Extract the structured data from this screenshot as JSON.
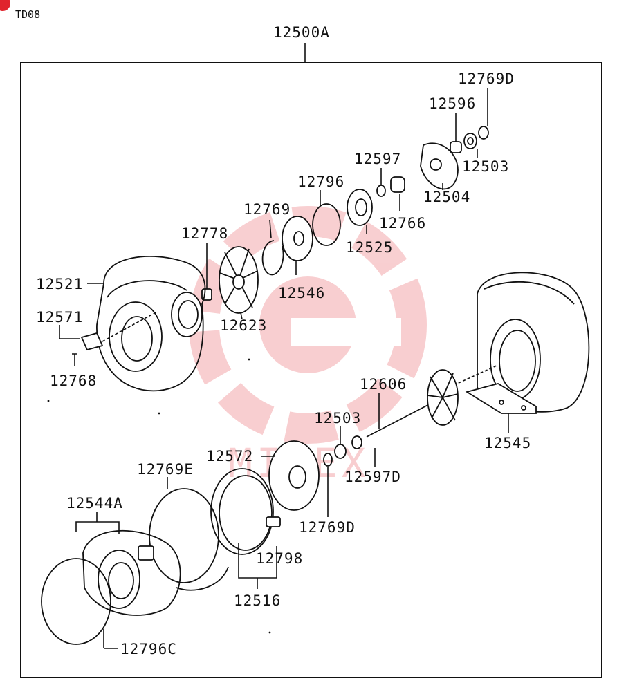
{
  "model_code": "TD08",
  "assembly_number": "12500A",
  "watermark_text": "MITEX",
  "colors": {
    "watermark": "#e0242d",
    "ink": "#111111"
  },
  "parts": [
    {
      "id": "p12769D_top",
      "label": "12769D"
    },
    {
      "id": "p12596",
      "label": "12596"
    },
    {
      "id": "p12503_top",
      "label": "12503"
    },
    {
      "id": "p12597",
      "label": "12597"
    },
    {
      "id": "p12504",
      "label": "12504"
    },
    {
      "id": "p12796",
      "label": "12796"
    },
    {
      "id": "p12766",
      "label": "12766"
    },
    {
      "id": "p12769",
      "label": "12769"
    },
    {
      "id": "p12525",
      "label": "12525"
    },
    {
      "id": "p12778",
      "label": "12778"
    },
    {
      "id": "p12546",
      "label": "12546"
    },
    {
      "id": "p12521",
      "label": "12521"
    },
    {
      "id": "p12623",
      "label": "12623"
    },
    {
      "id": "p12571",
      "label": "12571"
    },
    {
      "id": "p12768",
      "label": "12768"
    },
    {
      "id": "p12606",
      "label": "12606"
    },
    {
      "id": "p12503_mid",
      "label": "12503"
    },
    {
      "id": "p12545",
      "label": "12545"
    },
    {
      "id": "p12572",
      "label": "12572"
    },
    {
      "id": "p12597D",
      "label": "12597D"
    },
    {
      "id": "p12769E",
      "label": "12769E"
    },
    {
      "id": "p12544A",
      "label": "12544A"
    },
    {
      "id": "p12769D_bot",
      "label": "12769D"
    },
    {
      "id": "p12798",
      "label": "12798"
    },
    {
      "id": "p12516",
      "label": "12516"
    },
    {
      "id": "p12796C",
      "label": "12796C"
    }
  ]
}
